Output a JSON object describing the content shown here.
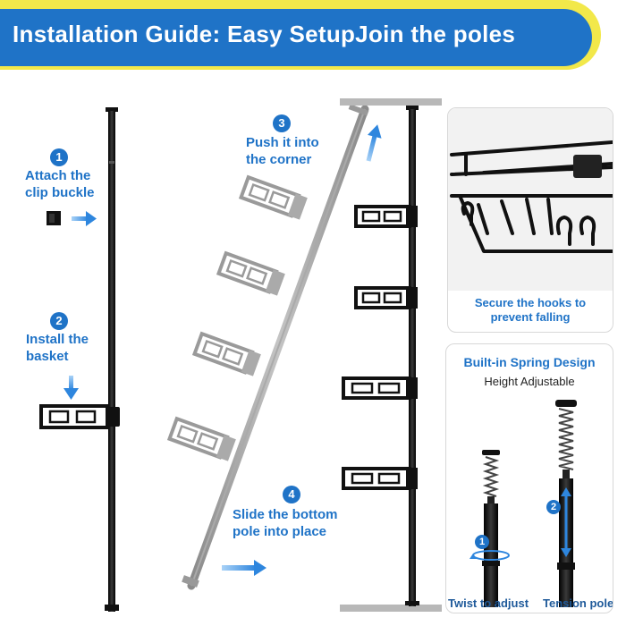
{
  "header": {
    "title": "Installation Guide: Easy SetupJoin the poles"
  },
  "steps": [
    {
      "number": "1",
      "text_line1": "Attach the",
      "text_line2": "clip buckle"
    },
    {
      "number": "2",
      "text_line1": "Install the",
      "text_line2": "basket"
    },
    {
      "number": "3",
      "text_line1": "Push it into",
      "text_line2": "the corner"
    },
    {
      "number": "4",
      "text_line1": "Slide the bottom",
      "text_line2": "pole into place"
    }
  ],
  "hook_panel": {
    "caption_line1": "Secure the hooks to",
    "caption_line2": "prevent falling"
  },
  "spring_panel": {
    "title": "Built-in Spring Design",
    "subtitle": "Height Adjustable",
    "marker1": "1",
    "marker2": "2",
    "label_left": "Twist to adjust",
    "label_right": "Tension pole"
  },
  "colors": {
    "accent": "#1f73c7",
    "banner_border": "#f2e84a",
    "arrow": "#2e86de",
    "pole": "#1a1a1a",
    "ghost": "#9e9e9e"
  }
}
